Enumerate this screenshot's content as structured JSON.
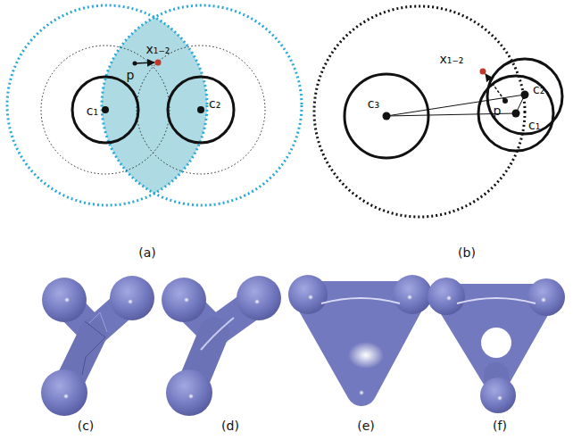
{
  "diagram": {
    "labels": [
      "c₁",
      "c₂",
      "x₁₋₂",
      "p",
      "(a)",
      "x₁₋₂",
      "p",
      "c₂",
      "c₁",
      "c₃",
      "(b)",
      "(c)",
      "(d)",
      "(e)",
      "(f)"
    ]
  }
}
